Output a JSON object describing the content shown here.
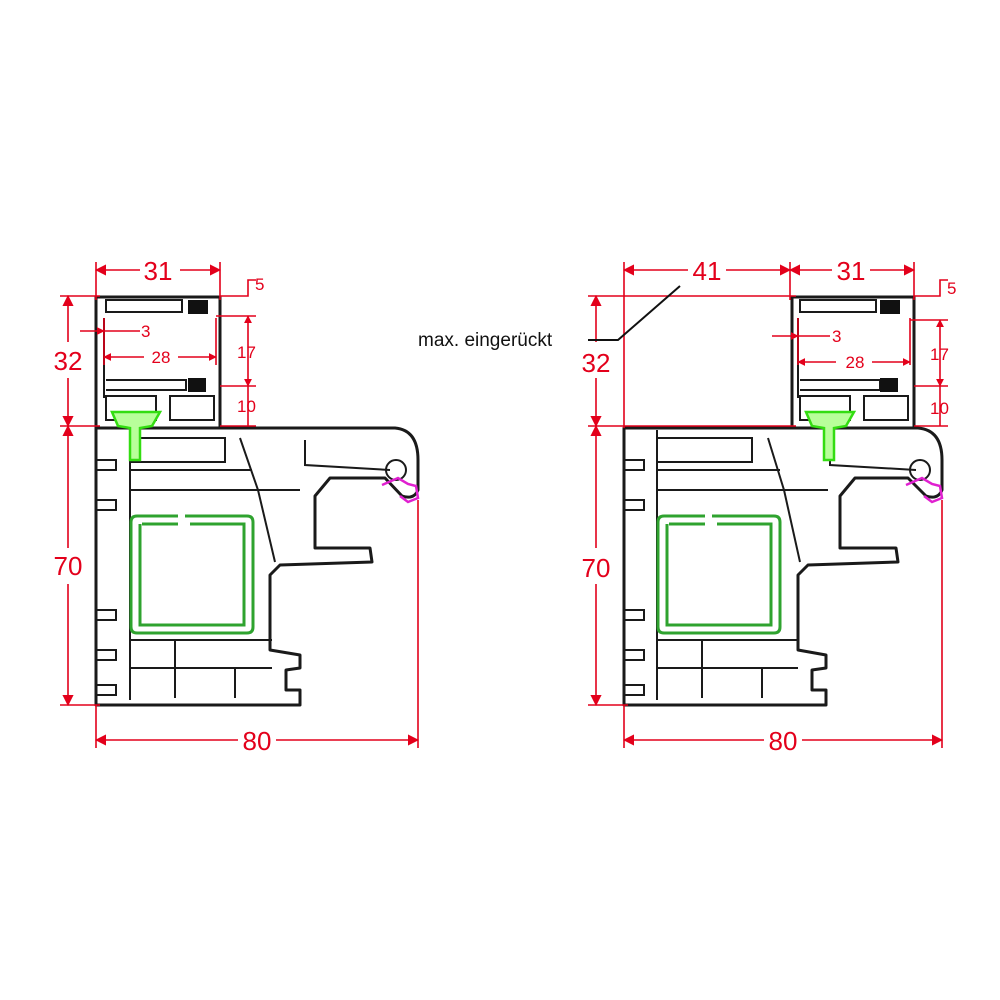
{
  "colors": {
    "dimension": "#e3001b",
    "profile": "#1a1a1a",
    "steel_reinforcement": "#2fa32f",
    "clip": "#33dd11",
    "gasket": "#e020d0"
  },
  "left": {
    "dim_width_top": "31",
    "dim_height_top": "32",
    "dim_5": "5",
    "dim_3": "3",
    "dim_28": "28",
    "dim_17": "17",
    "dim_10": "10",
    "dim_height_main": "70",
    "dim_width_main": "80"
  },
  "right": {
    "dim_offset": "41",
    "dim_width_top": "31",
    "dim_height_top": "32",
    "dim_5": "5",
    "dim_3": "3",
    "dim_28": "28",
    "dim_17": "17",
    "dim_10": "10",
    "dim_height_main": "70",
    "dim_width_main": "80",
    "note": "max. eingerückt"
  }
}
